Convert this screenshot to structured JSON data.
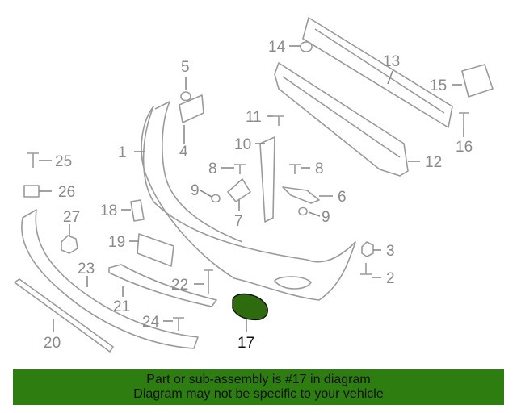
{
  "callouts": [
    "1",
    "2",
    "3",
    "4",
    "5",
    "6",
    "7",
    "8",
    "8",
    "9",
    "9",
    "10",
    "11",
    "12",
    "13",
    "14",
    "15",
    "16",
    "17",
    "18",
    "19",
    "20",
    "21",
    "22",
    "23",
    "24",
    "25",
    "26",
    "27"
  ],
  "highlight_callout": "17",
  "banner": {
    "line1": "Part or sub-assembly is #17 in diagram",
    "line2": "Diagram may not be specific to your vehicle",
    "color": "#2e7d10"
  },
  "colors": {
    "line_art": "#9a9a9a",
    "highlight_part": "#2e6b0e",
    "highlight_label": "#111111"
  }
}
